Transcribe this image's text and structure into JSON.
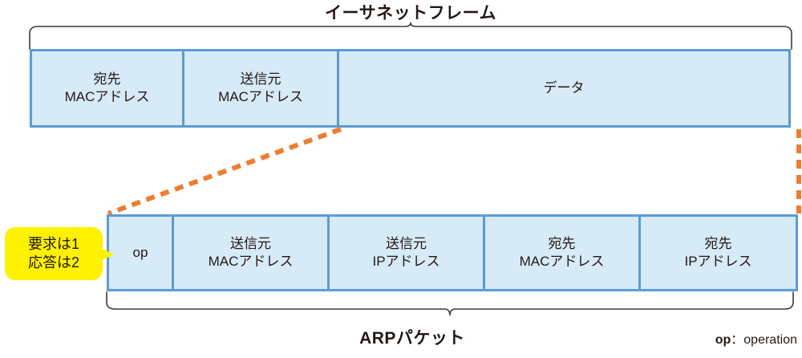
{
  "diagram": {
    "ethernet": {
      "title": "イーサネットフレーム",
      "fields": [
        {
          "name": "destination-mac",
          "label": "宛先\nMACアドレス"
        },
        {
          "name": "source-mac",
          "label": "送信元\nMACアドレス"
        },
        {
          "name": "data",
          "label": "データ"
        }
      ]
    },
    "arp": {
      "title": "ARPパケット",
      "fields": [
        {
          "name": "op",
          "label": "op"
        },
        {
          "name": "sender-mac",
          "label": "送信元\nMACアドレス"
        },
        {
          "name": "sender-ip",
          "label": "送信元\nIPアドレス"
        },
        {
          "name": "target-mac",
          "label": "宛先\nMACアドレス"
        },
        {
          "name": "target-ip",
          "label": "宛先\nIPアドレス"
        }
      ]
    },
    "callout": {
      "text": "要求は1\n応答は2"
    },
    "legend": {
      "abbr": "op",
      "separator": "：",
      "expansion": "operation"
    },
    "colors": {
      "cell_fill": "#D6EAF8",
      "cell_border": "#5B9BD5",
      "connector": "#ED7D31",
      "callout_fill": "#FFF100",
      "text": "#231815",
      "brace": "#3E3A39"
    }
  }
}
